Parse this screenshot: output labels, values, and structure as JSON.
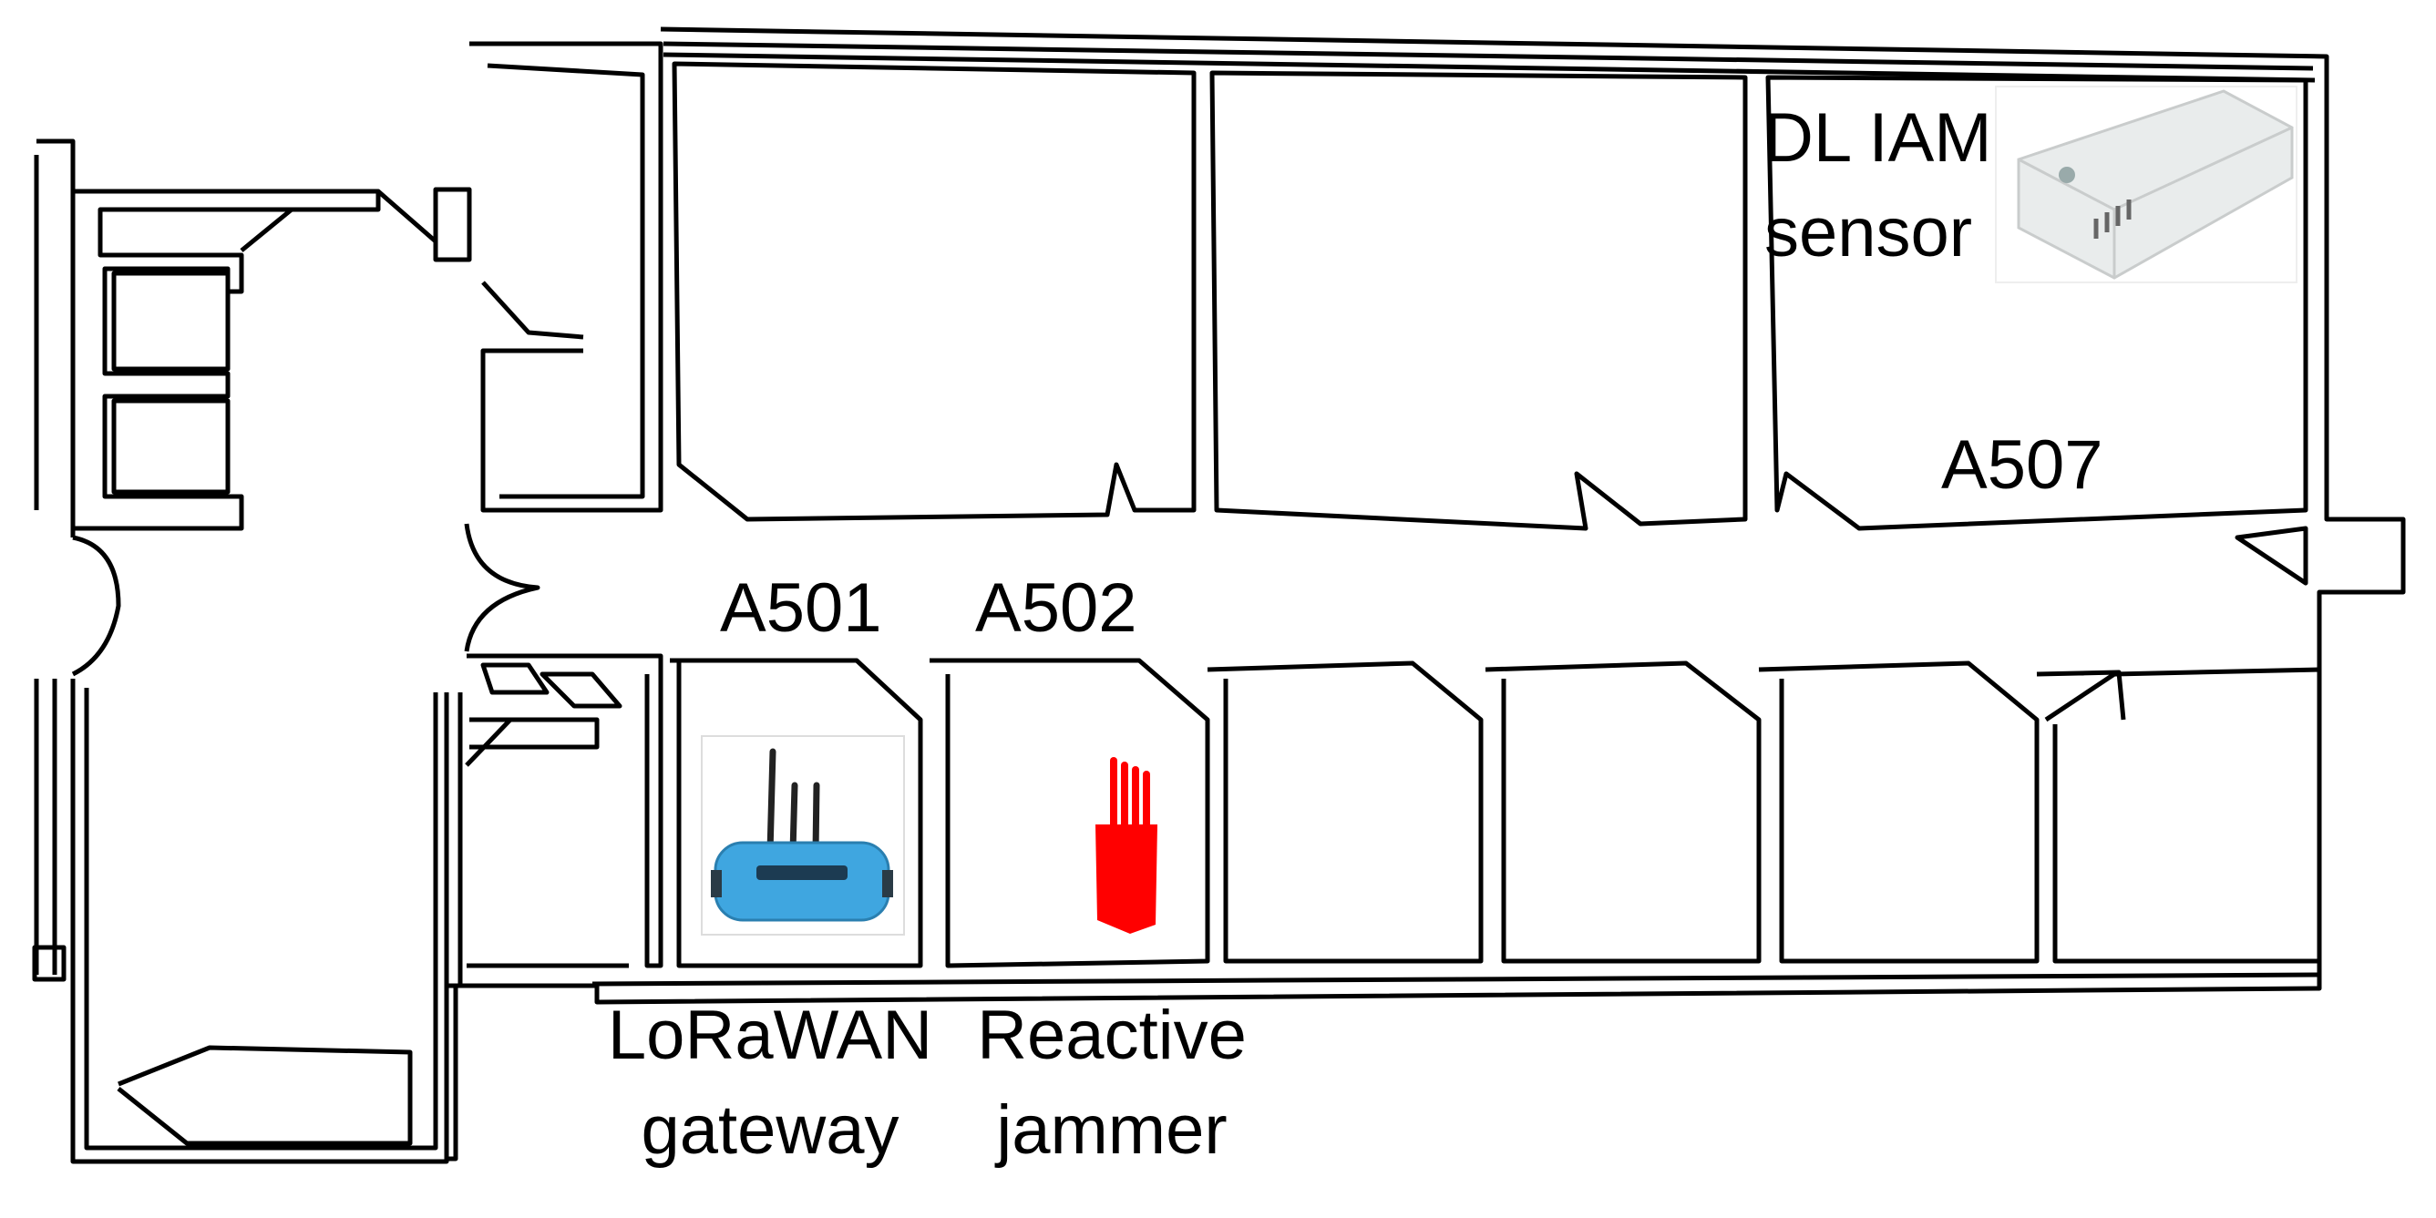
{
  "rooms": {
    "a501": "A501",
    "a502": "A502",
    "a507": "A507"
  },
  "devices": {
    "sensor": {
      "line1": "DL IAM",
      "line2": "sensor",
      "icon": "iam-sensor-icon",
      "color": "#e9ecec"
    },
    "gateway": {
      "line1": "LoRaWAN",
      "line2": "gateway",
      "icon": "lorawan-gateway-icon",
      "color": "#3fa6e0"
    },
    "jammer": {
      "line1": "Reactive",
      "line2": "jammer",
      "icon": "jammer-icon",
      "color": "#ff0000"
    }
  }
}
